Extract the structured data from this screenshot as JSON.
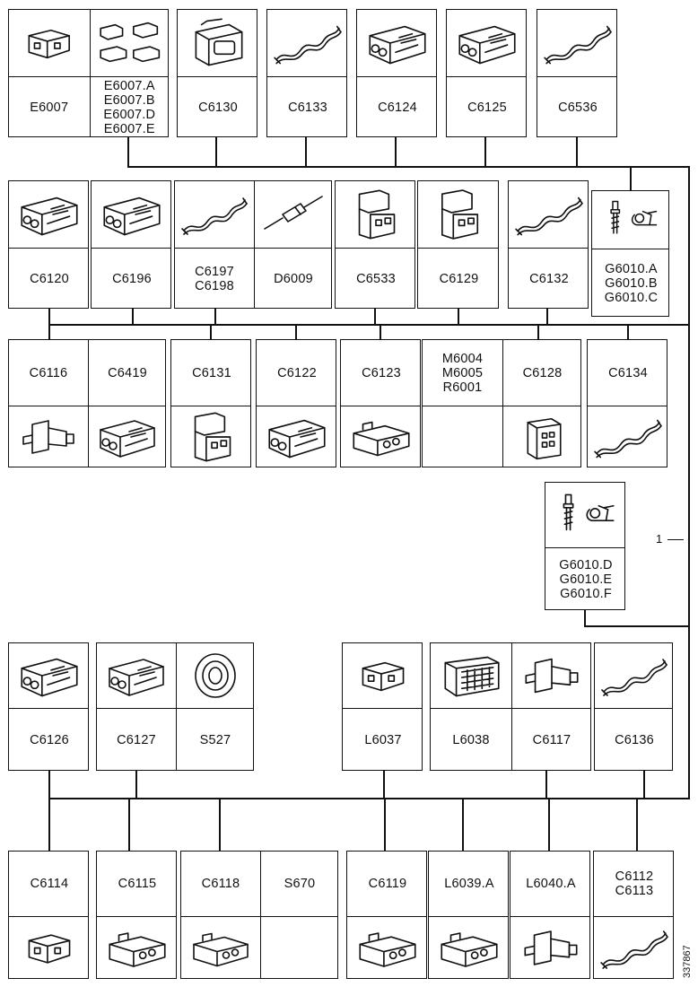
{
  "groups": {
    "r1": [
      {
        "labels": [
          [
            "E6007"
          ],
          [
            "E6007.A",
            "E6007.B",
            "E6007.D",
            "E6007.E"
          ]
        ],
        "icons": [
          "connector-small-icon",
          "connector-pair-icon"
        ]
      },
      {
        "labels": [
          [
            "C6130"
          ]
        ],
        "icons": [
          "connector-housing-icon"
        ]
      },
      {
        "labels": [
          [
            "C6133"
          ]
        ],
        "icons": [
          "twisted-wire-icon"
        ]
      },
      {
        "labels": [
          [
            "C6124"
          ]
        ],
        "icons": [
          "connector-multi-icon"
        ]
      },
      {
        "labels": [
          [
            "C6125"
          ]
        ],
        "icons": [
          "connector-multi-icon"
        ]
      },
      {
        "labels": [
          [
            "C6536"
          ]
        ],
        "icons": [
          "twisted-wire-icon"
        ]
      }
    ],
    "r2": [
      {
        "labels": [
          [
            "C6120"
          ]
        ],
        "icons": [
          "connector-multi-icon"
        ]
      },
      {
        "labels": [
          [
            "C6196"
          ]
        ],
        "icons": [
          "connector-multi-icon"
        ]
      },
      {
        "labels": [
          [
            "C6197",
            "C6198"
          ],
          [
            "D6009"
          ]
        ],
        "icons": [
          "twisted-wire-icon",
          "diode-icon"
        ]
      },
      {
        "labels": [
          [
            "C6533"
          ]
        ],
        "icons": [
          "connector-stack-icon"
        ]
      },
      {
        "labels": [
          [
            "C6129"
          ]
        ],
        "icons": [
          "connector-stack-icon"
        ]
      },
      {
        "labels": [
          [
            "C6132"
          ]
        ],
        "icons": [
          "twisted-wire-icon"
        ]
      },
      {
        "labels": [
          [
            "G6010.A",
            "G6010.B",
            "G6010.C"
          ]
        ],
        "icons": [
          "ground-eyelet-icon"
        ]
      }
    ],
    "r3": [
      {
        "labels": [
          [
            "C6116"
          ],
          [
            "C6419"
          ]
        ],
        "icons": [
          "connector-plug-icon",
          "connector-multi-icon"
        ]
      },
      {
        "labels": [
          [
            "C6131"
          ]
        ],
        "icons": [
          "connector-stack-icon"
        ]
      },
      {
        "labels": [
          [
            "C6122"
          ]
        ],
        "icons": [
          "connector-multi-icon"
        ]
      },
      {
        "labels": [
          [
            "C6123"
          ]
        ],
        "icons": [
          "connector-flat-icon"
        ]
      },
      {
        "labels": [
          [
            "M6004",
            "M6005",
            "R6001"
          ],
          [
            "C6128"
          ]
        ],
        "icons": [
          "",
          "connector-block-icon"
        ]
      },
      {
        "labels": [
          [
            "C6134"
          ]
        ],
        "icons": [
          "twisted-wire-icon"
        ]
      }
    ],
    "mid": [
      {
        "labels": [
          [
            "G6010.D",
            "G6010.E",
            "G6010.F"
          ]
        ],
        "icons": [
          "ground-eyelet-icon"
        ]
      }
    ],
    "r4": [
      {
        "labels": [
          [
            "C6126"
          ]
        ],
        "icons": [
          "connector-multi-icon"
        ]
      },
      {
        "labels": [
          [
            "C6127"
          ],
          [
            "S527"
          ]
        ],
        "icons": [
          "connector-multi-icon",
          "grommet-icon"
        ]
      },
      {
        "labels": [
          [
            "L6037"
          ]
        ],
        "icons": [
          "connector-small-icon"
        ]
      },
      {
        "labels": [
          [
            "L6038"
          ],
          [
            "C6117"
          ]
        ],
        "icons": [
          "connector-grid-icon",
          "connector-plug-icon"
        ]
      },
      {
        "labels": [
          [
            "C6136"
          ]
        ],
        "icons": [
          "twisted-wire-icon"
        ]
      }
    ],
    "r5": [
      {
        "labels": [
          [
            "C6114"
          ]
        ],
        "icons": [
          "connector-small-icon"
        ]
      },
      {
        "labels": [
          [
            "C6115"
          ]
        ],
        "icons": [
          "connector-flat-icon"
        ]
      },
      {
        "labels": [
          [
            "C6118"
          ],
          [
            "S670"
          ]
        ],
        "icons": [
          "connector-flat-icon",
          ""
        ]
      },
      {
        "labels": [
          [
            "C6119"
          ]
        ],
        "icons": [
          "connector-flat-icon"
        ]
      },
      {
        "labels": [
          [
            "L6039.A"
          ]
        ],
        "icons": [
          "connector-flat-icon"
        ]
      },
      {
        "labels": [
          [
            "L6040.A"
          ]
        ],
        "icons": [
          "connector-plug-icon"
        ]
      },
      {
        "labels": [
          [
            "C6112",
            "C6113"
          ]
        ],
        "icons": [
          "twisted-wire-icon"
        ]
      }
    ]
  },
  "callout": "1",
  "figure_number": "337867"
}
